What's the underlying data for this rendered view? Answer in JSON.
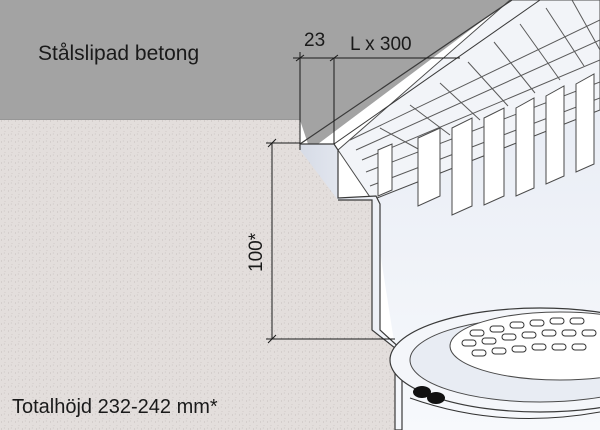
{
  "labels": {
    "surface": "Stålslipad betong",
    "flange_width": "23",
    "grating_length": "L x 300",
    "channel_depth": "100*",
    "total_height": "Totalhöjd 232-242 mm*"
  },
  "colors": {
    "steel_surface": "#a3a3a3",
    "concrete": "#e3dedc",
    "channel_steel": "#eef1f7",
    "outline": "#3a3a3a"
  }
}
